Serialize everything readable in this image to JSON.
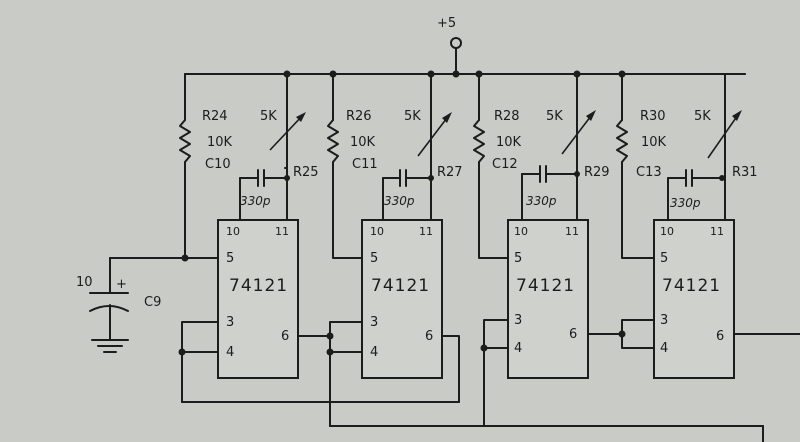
{
  "supply": {
    "label": "+5"
  },
  "input_cap": {
    "value": "10",
    "polarity": "+",
    "name": "C9"
  },
  "stages": [
    {
      "chip": "74121",
      "resistor": "R24",
      "resistor_value": "10K",
      "pot": "R25",
      "pot_value": "5K",
      "cap": "C10",
      "cap_value": "330p",
      "pins": {
        "p10": "10",
        "p11": "11",
        "p5": "5",
        "p3": "3",
        "p4": "4",
        "p6": "6"
      }
    },
    {
      "chip": "74121",
      "resistor": "R26",
      "resistor_value": "10K",
      "pot": "R27",
      "pot_value": "5K",
      "cap": "C11",
      "cap_value": "330p",
      "pins": {
        "p10": "10",
        "p11": "11",
        "p5": "5",
        "p3": "3",
        "p4": "4",
        "p6": "6"
      }
    },
    {
      "chip": "74121",
      "resistor": "R28",
      "resistor_value": "10K",
      "pot": "R29",
      "pot_value": "5K",
      "cap": "C12",
      "cap_value": "330p",
      "pins": {
        "p10": "10",
        "p11": "11",
        "p5": "5",
        "p3": "3",
        "p4": "4",
        "p6": "6"
      }
    },
    {
      "chip": "74121",
      "resistor": "R30",
      "resistor_value": "10K",
      "pot": "R31",
      "pot_value": "5K",
      "cap": "C13",
      "cap_value": "330p",
      "pins": {
        "p10": "10",
        "p11": "11",
        "p5": "5",
        "p3": "3",
        "p4": "4",
        "p6": "6"
      }
    }
  ]
}
